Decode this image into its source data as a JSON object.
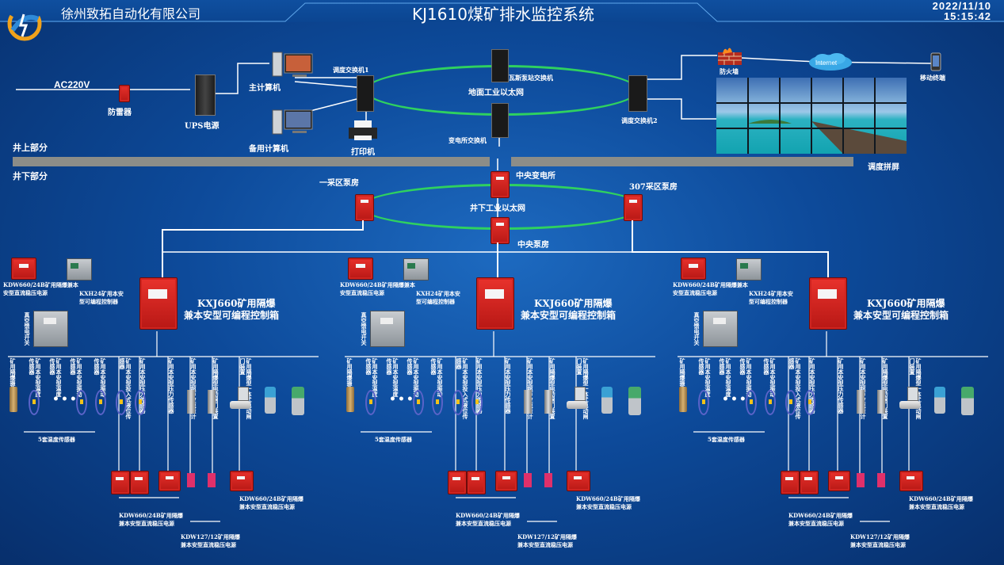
{
  "header": {
    "company": "徐州致拓自动化有限公司",
    "title": "KJ1610煤矿排水监控系统",
    "date": "2022/11/10",
    "time": "15:15:42"
  },
  "surface": {
    "ac_label": "AC220V",
    "lightning_label": "防雷器",
    "ups_label": "UPS电源",
    "main_pc_label": "主计算机",
    "backup_pc_label": "备用计算机",
    "printer_label": "打印机",
    "switch1_label": "调度交换机1",
    "switch2_label": "调度交换机2",
    "gas_switch_label": "瓦斯泵站交换机",
    "substation_switch_label": "变电所交换机",
    "ethernet_label": "地面工业以太网",
    "firewall_label": "防火墙",
    "internet_label": "Internet",
    "mobile_label": "移动终端",
    "videowall_label": "调度拼屏",
    "above_label": "井上部分",
    "below_label": "井下部分"
  },
  "underground": {
    "central_substation": "中央变电所",
    "pump_area1": "一采区泵房",
    "pump_area2": "307采区泵房",
    "ethernet_label": "井下工业以太网",
    "central_pump": "中央泵房"
  },
  "stations": [
    {
      "psu_label": "KDW660/24B矿用隔爆兼本安型直流稳压电源",
      "plc_label": "KXH24矿用本安型可编程控制器",
      "main_box_line1": "KXJ660矿用隔爆",
      "main_box_line2": "兼本安型可编程控制箱",
      "vacuum_label": "真空馈电开关",
      "temp_group": "5套温度传感器",
      "psu_bottom1": "KDW660/24B矿用隔爆",
      "psu_bottom2": "兼本安型直流稳压电源",
      "kdw127_1": "KDW127/12矿用隔爆",
      "kdw127_2": "兼本安型直流稳压电源",
      "psu_right1": "KDW660/24B矿用隔爆",
      "psu_right2": "兼本安型直流稳压电源",
      "sensors": [
        "矿用隔爆摄像仪",
        "矿用本安型温度传感器",
        "矿用本安型温度传感器",
        "矿用本安型振动传感器",
        "矿用本安型振动传感器",
        "矿用本安型投入式液位传感器",
        "矿用本安型压力传感器",
        "矿用本安型压力传感器",
        "矿用本安型超声波流量计",
        "矿用隔爆型电动闸门装置",
        "矿用隔爆型一体式电动闸门装置"
      ]
    },
    {
      "psu_label": "KDW660/24B矿用隔爆兼本安型直流稳压电源",
      "plc_label": "KXH24矿用本安型可编程控制器",
      "main_box_line1": "KXJ660矿用隔爆",
      "main_box_line2": "兼本安型可编程控制箱",
      "vacuum_label": "真空馈电开关",
      "temp_group": "5套温度传感器",
      "psu_bottom1": "KDW660/24B矿用隔爆",
      "psu_bottom2": "兼本安型直流稳压电源",
      "kdw127_1": "KDW127/12矿用隔爆",
      "kdw127_2": "兼本安型直流稳压电源",
      "psu_right1": "KDW660/24B矿用隔爆",
      "psu_right2": "兼本安型直流稳压电源",
      "sensors": [
        "矿用隔爆摄像仪",
        "矿用本安型温度传感器",
        "矿用本安型温度传感器",
        "矿用本安型振动传感器",
        "矿用本安型振动传感器",
        "矿用本安型投入式液位传感器",
        "矿用本安型压力传感器",
        "矿用本安型压力传感器",
        "矿用本安型超声波流量计",
        "矿用隔爆型电动闸门装置",
        "矿用隔爆型一体式电动闸门装置"
      ]
    },
    {
      "psu_label": "KDW660/24B矿用隔爆兼本安型直流稳压电源",
      "plc_label": "KXH24矿用本安型可编程控制器",
      "main_box_line1": "KXJ660矿用隔爆",
      "main_box_line2": "兼本安型可编程控制箱",
      "vacuum_label": "真空馈电开关",
      "temp_group": "5套温度传感器",
      "psu_bottom1": "KDW660/24B矿用隔爆",
      "psu_bottom2": "兼本安型直流稳压电源",
      "kdw127_1": "KDW127/12矿用隔爆",
      "kdw127_2": "兼本安型直流稳压电源",
      "psu_right1": "KDW660/24B矿用隔爆",
      "psu_right2": "兼本安型直流稳压电源",
      "sensors": [
        "矿用隔爆摄像仪",
        "矿用本安型温度传感器",
        "矿用本安型温度传感器",
        "矿用本安型振动传感器",
        "矿用本安型振动传感器",
        "矿用本安型投入式液位传感器",
        "矿用本安型压力传感器",
        "矿用本安型压力传感器",
        "矿用本安型超声波流量计",
        "矿用隔爆型电动闸门装置",
        "矿用隔爆型一体式电动闸门装置"
      ]
    }
  ],
  "colors": {
    "background": "#0d4a9a",
    "ring": "#2fd15f",
    "device_red": "#d42520",
    "ground": "#8c8d88"
  }
}
